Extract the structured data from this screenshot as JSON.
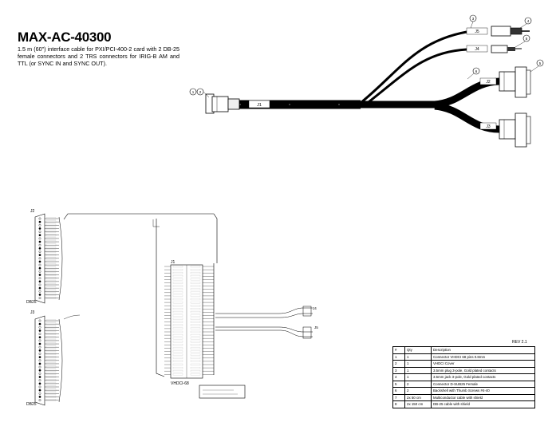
{
  "title": "MAX-AC-40300",
  "description": "1.5 m (60\") interface cable for PXI/PCI-400-2 card with 2 DB-25 female connectors and 2 TRS connectors for IRIG-B AM and TTL (or SYNC IN and SYNC OUT).",
  "cable_labels": {
    "j1": "J1",
    "j2": "J2",
    "j3": "J3",
    "j4": "J4",
    "j5": "J5"
  },
  "callouts": [
    "1",
    "2",
    "3",
    "4",
    "5",
    "6"
  ],
  "schematic": {
    "j2_label": "J2",
    "j3_label": "J3",
    "j2_type": "DB25",
    "j3_type": "DB25",
    "j1_label": "J1",
    "j1_type": "VHDCI-68",
    "j4_label": "J4",
    "j5_label": "J5"
  },
  "revision": "REV 2.1",
  "bom": {
    "headers": [
      "#",
      "Qty",
      "Description"
    ],
    "rows": [
      [
        "1",
        "1",
        "Connector VHDCI 68 pins 0.8mm"
      ],
      [
        "2",
        "1",
        "VHDCI Cover"
      ],
      [
        "3",
        "1",
        "3.5mm plug 3-pole, Gold plated contacts"
      ],
      [
        "4",
        "1",
        "3.5mm jack 3-pole, Gold plated contacts"
      ],
      [
        "5",
        "2",
        "Connector D-SUB25 Female"
      ],
      [
        "6",
        "2",
        "Backshell with Thumb Screws #4-40"
      ],
      [
        "7",
        "2x 50 cm",
        "Multiconductor cable with shield"
      ],
      [
        "8",
        "2x 150 cm",
        "DB-25 cable with shield"
      ]
    ]
  }
}
